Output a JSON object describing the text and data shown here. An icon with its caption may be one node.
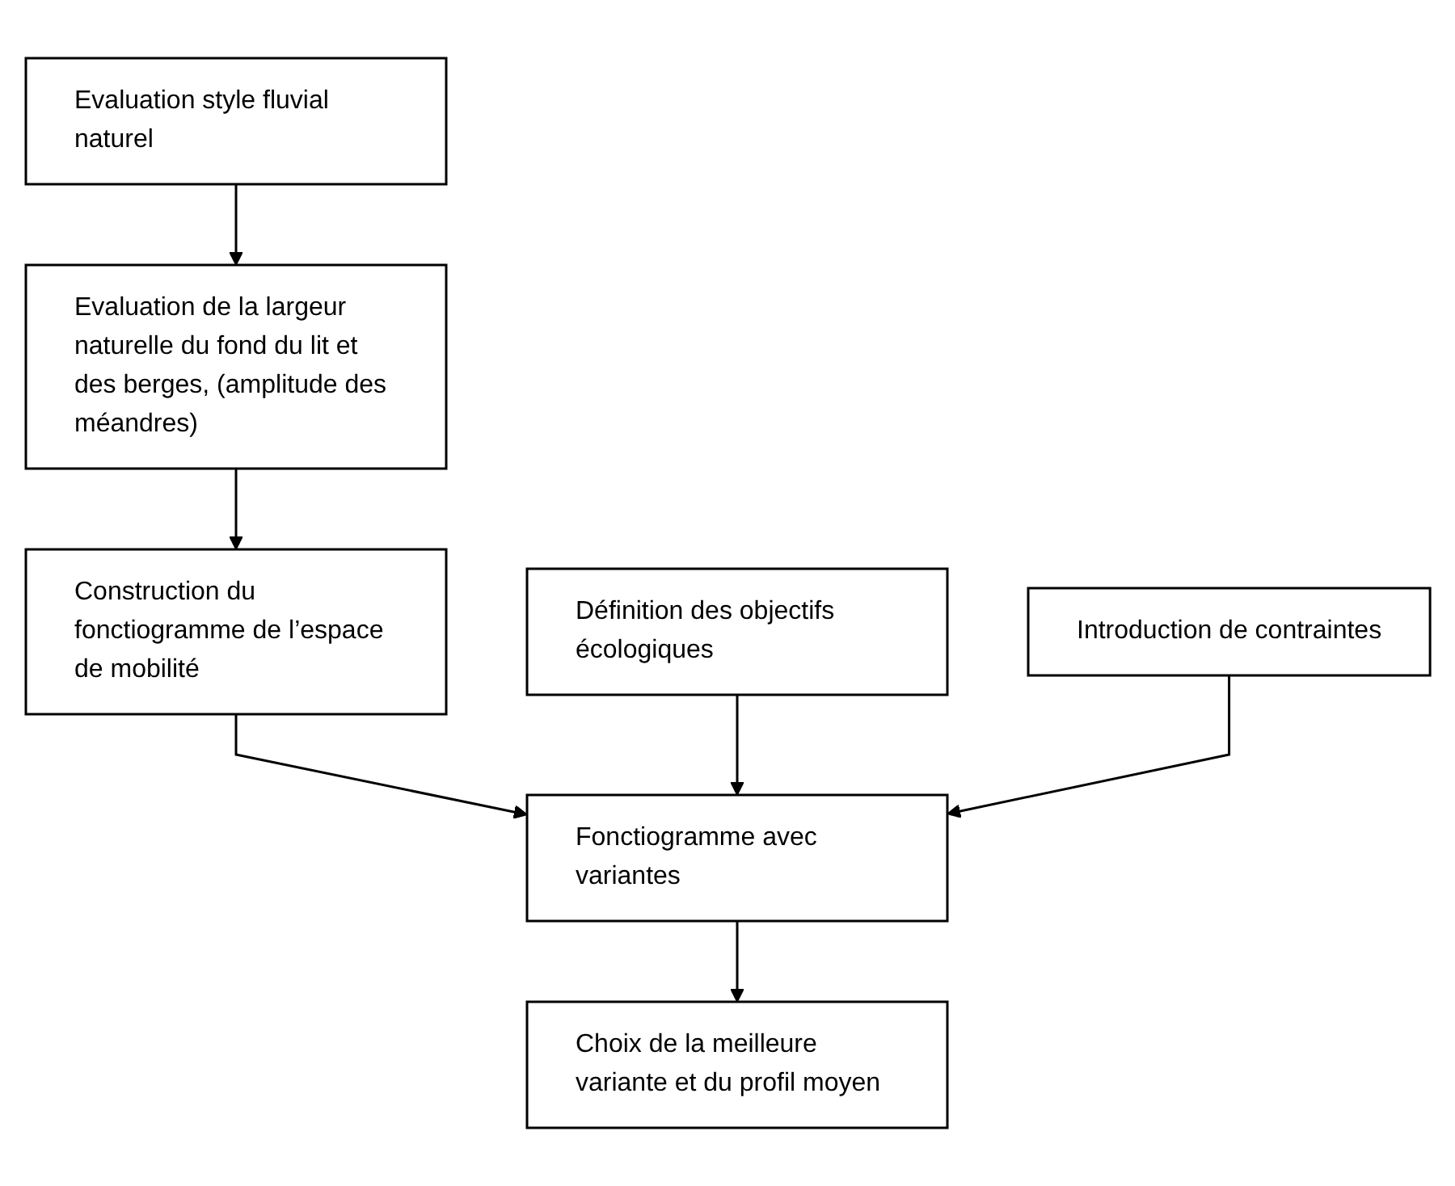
{
  "diagram": {
    "nodes": [
      {
        "text": [
          "Evaluation style fluvial naturel"
        ]
      },
      {
        "text": [
          "Evaluation de la largeur naturelle du fond du lit et des berges, (amplitude des méandres)"
        ]
      },
      {
        "text": [
          "Définition des objectifs écologiques"
        ]
      },
      {
        "text": [
          "Introduction de contraintes"
        ]
      },
      {
        "text": [
          "Construction du fonctiogramme de l’espace de mobilité"
        ]
      },
      {
        "text": [
          "Fonctiogramme avec variantes"
        ]
      },
      {
        "text": [
          "Choix de la meilleure variante et du profil moyen"
        ]
      }
    ],
    "edges": [
      {
        "from": 0,
        "to": 1,
        "arrow": "to"
      },
      {
        "from": 1,
        "to": 4,
        "arrow": "to"
      },
      {
        "from": 4,
        "to": 5,
        "arrow": "to"
      },
      {
        "from": 2,
        "to": 5,
        "arrow": "to"
      },
      {
        "from": 3,
        "to": 5,
        "arrow": "to"
      },
      {
        "from": 5,
        "to": 6,
        "arrow": "to"
      }
    ]
  }
}
